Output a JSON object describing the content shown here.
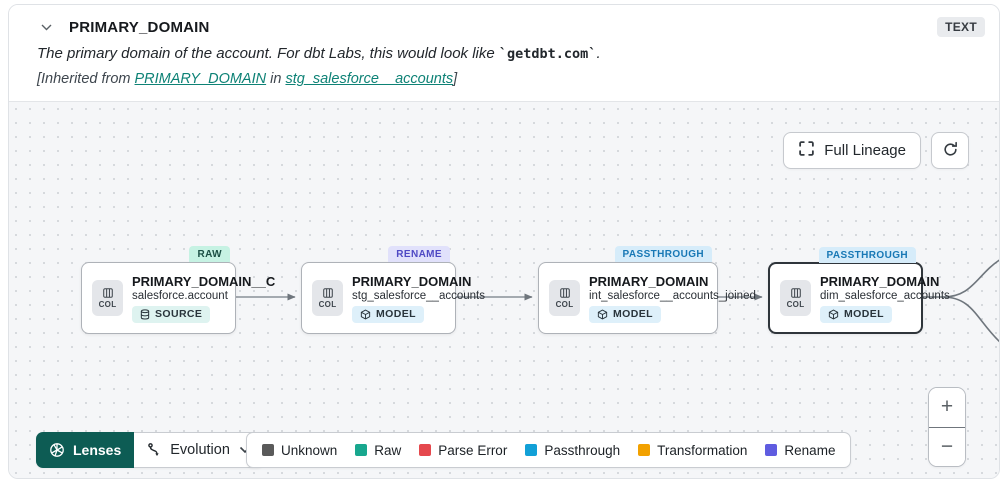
{
  "colors": {
    "accent_teal": "#0d5c54",
    "link_teal": "#0e8276",
    "canvas_bg": "#f5f6f8",
    "raw_badge_bg": "#c6f2e3",
    "rename_badge_bg": "#e1e1fb",
    "passthrough_badge_bg": "#d6ecfa",
    "source_badge_bg": "#def3f0",
    "model_badge_bg": "#def0fa"
  },
  "header": {
    "title": "PRIMARY_DOMAIN",
    "type_badge": "TEXT",
    "description": {
      "prefix": "The primary domain of the account. For dbt Labs, this would look like ",
      "code": "`getdbt.com`",
      "suffix": "."
    },
    "inherited": {
      "prefix": "[Inherited from ",
      "column_link": "PRIMARY_DOMAIN",
      "middle": " in ",
      "model_link": "stg_salesforce__accounts",
      "suffix": "]"
    }
  },
  "toolbar": {
    "full_lineage": "Full Lineage"
  },
  "nodes": [
    {
      "evolution": "RAW",
      "chip": "COL",
      "title": "PRIMARY_DOMAIN__C",
      "subtitle": "salesforce.account",
      "resource": "SOURCE"
    },
    {
      "evolution": "RENAME",
      "chip": "COL",
      "title": "PRIMARY_DOMAIN",
      "subtitle": "stg_salesforce__accounts",
      "resource": "MODEL"
    },
    {
      "evolution": "PASSTHROUGH",
      "chip": "COL",
      "title": "PRIMARY_DOMAIN",
      "subtitle": "int_salesforce__accounts_joined",
      "resource": "MODEL"
    },
    {
      "evolution": "PASSTHROUGH",
      "chip": "COL",
      "title": "PRIMARY_DOMAIN",
      "subtitle": "dim_salesforce_accounts",
      "resource": "MODEL"
    }
  ],
  "lenses": {
    "button": "Lenses",
    "selected": "Evolution"
  },
  "legend": {
    "items": [
      {
        "label": "Unknown",
        "color": "#5a5a5a"
      },
      {
        "label": "Raw",
        "color": "#18a78e"
      },
      {
        "label": "Parse Error",
        "color": "#e5484d"
      },
      {
        "label": "Passthrough",
        "color": "#12a0d7"
      },
      {
        "label": "Transformation",
        "color": "#f2a100"
      },
      {
        "label": "Rename",
        "color": "#5f5ce0"
      }
    ]
  },
  "zoom_controls": {
    "zoom_in": "+",
    "zoom_out": "−"
  }
}
